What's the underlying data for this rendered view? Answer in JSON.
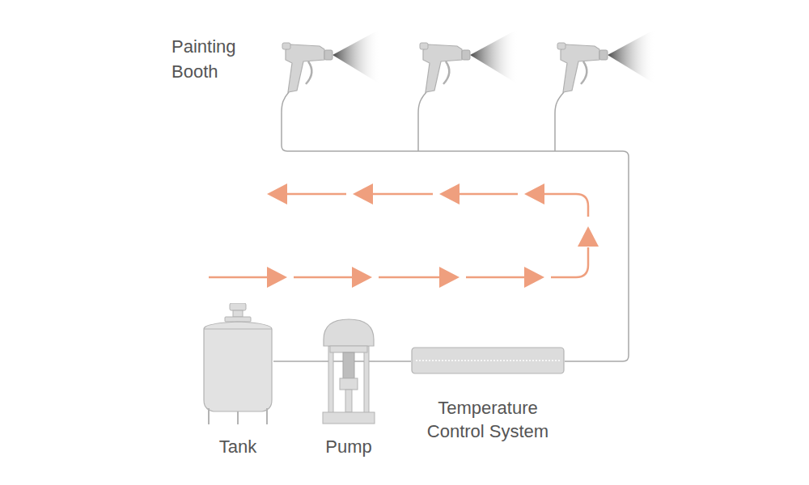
{
  "diagram": {
    "nodes": [
      {
        "text": [
          "Tank"
        ]
      },
      {
        "text": [
          "Pump"
        ]
      },
      {
        "text": [
          "Temperature Control System"
        ]
      }
    ],
    "edges": [
      {
        "from": 0,
        "to": 1,
        "arrow": "none"
      },
      {
        "from": 1,
        "to": 2,
        "arrow": "none"
      }
    ],
    "labels": [
      "Painting Booth"
    ]
  }
}
